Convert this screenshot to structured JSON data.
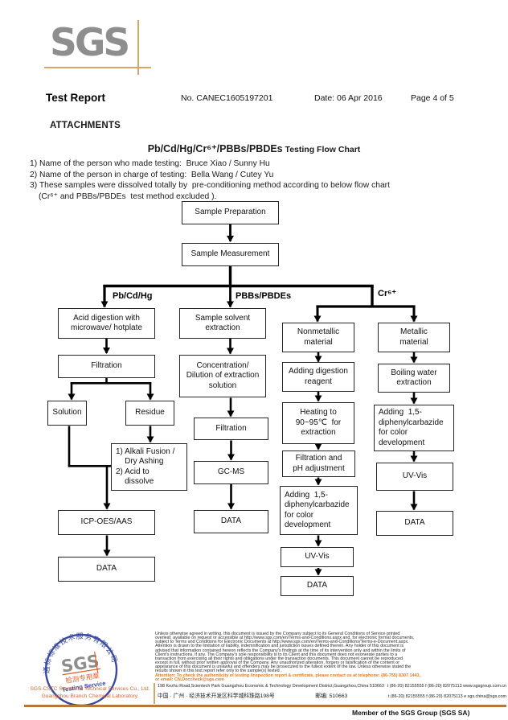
{
  "header": {
    "logo": "SGS",
    "doc_type": "Test Report",
    "report_no": "No. CANEC1605197201",
    "date": "Date: 06 Apr 2016",
    "page": "Page 4 of 5"
  },
  "attachments": {
    "heading": "ATTACHMENTS",
    "title_main": "Pb/Cd/Hg/Cr⁶⁺/PBBs/PBDEs",
    "title_suffix": " Testing Flow Chart",
    "notes": [
      "1) Name of the person who made testing:  Bruce Xiao / Sunny Hu",
      "2) Name of the person in charge of testing:  Bella Wang / Cutey Yu",
      "3) These samples were dissolved totally by  pre-conditioning method according to below flow chart",
      "(Cr⁶⁺ and PBBs/PBDEs  test method excluded )."
    ]
  },
  "flowchart": {
    "branches": {
      "pb": "Pb/Cd/Hg",
      "pbb": "PBBs/PBDEs",
      "cr": "Cr⁶⁺"
    },
    "nodes": {
      "sample_preparation": "Sample Preparation",
      "sample_measurement": "Sample Measurement",
      "acid_digestion": "Acid digestion with\nmicrowave/ hotplate",
      "filtration_pb": "Filtration",
      "solution": "Solution",
      "residue": "Residue",
      "alkali_fusion": "1) Alkali Fusion /\n    Dry Ashing\n2) Acid to\n    dissolve",
      "icp_oes_aas": "ICP-OES/AAS",
      "data_pb": "DATA",
      "solvent_extraction": "Sample solvent\nextraction",
      "concentration_dilution": "Concentration/\nDilution of extraction\nsolution",
      "filtration_pbb": "Filtration",
      "gc_ms": "GC-MS",
      "data_pbb": "DATA",
      "nonmetallic_material": "Nonmetallic\nmaterial",
      "adding_digestion_reagent": "Adding digestion\nreagent",
      "heating_extraction": "Heating to\n90~95℃  for\nextraction",
      "filtration_ph": "Filtration and\npH adjustment",
      "adding_dpc_nonmetallic": "Adding  1,5-\ndiphenylcarbazide\nfor color\ndevelopment",
      "uv_vis_nonmetallic": "UV-Vis",
      "data_nonmetallic": "DATA",
      "metallic_material": "Metallic\nmaterial",
      "boiling_water_extraction": "Boiling water\nextraction",
      "adding_dpc_metallic": "Adding  1,5-\ndiphenylcarbazide\nfor color\ndevelopment",
      "uv_vis_metallic": "UV-Vis",
      "data_metallic": "DATA"
    }
  },
  "footer": {
    "stamp": {
      "logo": "SGS",
      "ring_text": "通标标准技术服务有限公司",
      "seal_cn": "检测专用章",
      "seal_en": "Testing Service",
      "company_line1": "SGS-CSTC Standards Technical Services Co., Ltd.",
      "company_line2": "Guangzhou Branch Chemical Laboratory."
    },
    "terms": [
      "Unless otherwise agreed in writing, this document is issued by the Company subject to its General Conditions of Service printed",
      "overleaf, available on request or accessible at http://www.sgs.com/en/Terms-and-Conditions.aspx and, for electronic format documents,",
      "subject to Terms and Conditions for Electronic Documents at http://www.sgs.com/en/Terms-and-Conditions/Terms-e-Document.aspx.",
      "Attention is drawn to the limitation of liability, indemnification and jurisdiction issues defined therein. Any holder of this document is",
      "advised that information contained hereon reflects the Company's findings at the time of its intervention only and within the limits of",
      "Client's instructions, if any. The Company's sole responsibility is to its Client and this document does not exonerate parties to a",
      "transaction from exercising all their rights and obligations under the transaction documents. This document cannot be reproduced",
      "except in full, without prior written approval of the Company. Any unauthorized alteration, forgery or falsification of the content or",
      "appearance of this document is unlawful and offenders may be prosecuted to the fullest extent of the law. Unless otherwise stated the",
      "results shown in this test report refer only to the sample(s) tested ."
    ],
    "attention_line1": "Attention: To check the authenticity of testing /inspection report & certificate, please contact us at telephone: (86-755) 8307 1443,",
    "attention_line2": "or email: CN.Doccheck@sgs.com",
    "address_en": "198 Kezhu Road,Scientech Park Guangzhou Economic & Technology Development District,Guangzhou,China  510663",
    "contact_en": "t (86-20) 82155555    f (86-20) 82075113    www.sgsgroup.com.cn",
    "address_cn": "中国 · 广州 · 经济技术开发区科学城科珠路198号",
    "postal_cn": "邮编: 510663",
    "contact_cn": "t (86-20) 82155555    f (86-20) 82075113    e  sgs.china@sgs.com",
    "member": "Member of the SGS Group (SGS SA)"
  },
  "colors": {
    "accent_orange": "#d8a566",
    "rule_brown": "#b5773a",
    "attention_orange": "#e87a1e",
    "stamp_red": "#d9622b",
    "seal_blue": "#3b4aa0",
    "logo_gray": "#8e8e8e"
  }
}
